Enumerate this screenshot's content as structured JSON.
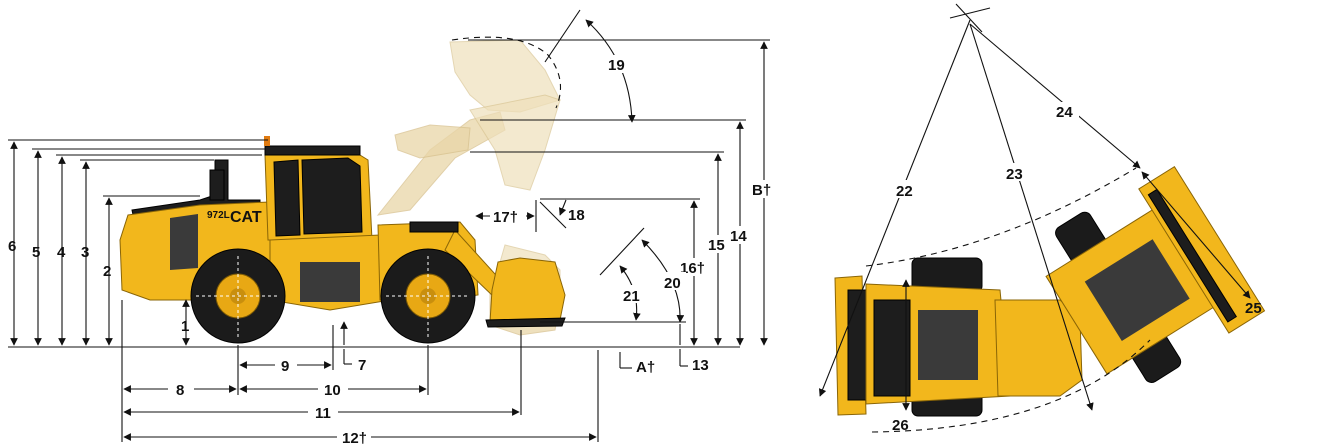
{
  "side_view": {
    "dimension_labels": [
      "1",
      "2",
      "3",
      "4",
      "5",
      "6",
      "7",
      "8",
      "9",
      "10",
      "11",
      "12†",
      "13",
      "14",
      "15",
      "16†",
      "17†",
      "18",
      "19",
      "20",
      "21",
      "A†",
      "B†"
    ],
    "machine_model_decal": "972L",
    "brand_decal": "CAT"
  },
  "top_view": {
    "dimension_labels": [
      "22",
      "23",
      "24",
      "25",
      "26"
    ]
  },
  "colors": {
    "machine_yellow": "#f2b71c",
    "ghost_bucket": "#e9d6a8",
    "dimension_lines": "#111111"
  }
}
